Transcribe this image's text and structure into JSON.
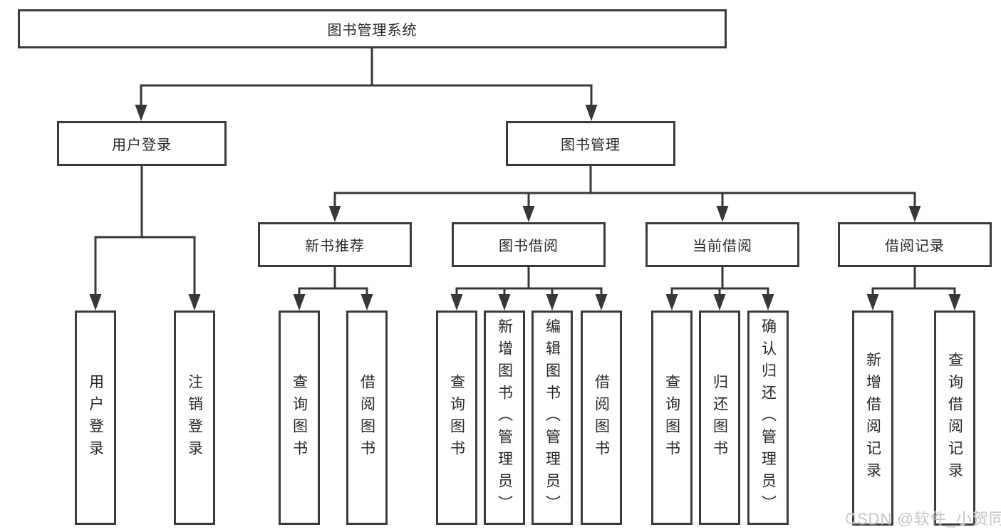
{
  "diagram": {
    "root": {
      "label": "图书管理系统"
    },
    "branches": [
      {
        "label": "用户登录",
        "children": [
          {
            "label": "用户登录"
          },
          {
            "label": "注销登录"
          }
        ]
      },
      {
        "label": "图书管理",
        "children": [
          {
            "label": "新书推荐",
            "children": [
              {
                "label": "查询图书"
              },
              {
                "label": "借阅图书"
              }
            ]
          },
          {
            "label": "图书借阅",
            "children": [
              {
                "label": "查询图书"
              },
              {
                "label": "新增图书（管理员）"
              },
              {
                "label": "编辑图书（管理员）"
              },
              {
                "label": "借阅图书"
              }
            ]
          },
          {
            "label": "当前借阅",
            "children": [
              {
                "label": "查询图书"
              },
              {
                "label": "归还图书"
              },
              {
                "label": "确认归还（管理员）"
              }
            ]
          },
          {
            "label": "借阅记录",
            "children": [
              {
                "label": "新增借阅记录"
              },
              {
                "label": "查询借阅记录"
              }
            ]
          }
        ]
      }
    ]
  },
  "watermark": {
    "text": "CSDN @软件_小贺同学"
  },
  "colors": {
    "line": "#373737",
    "box_border": "#3a3a3a",
    "box_background": "#ffffff",
    "text": "#262626",
    "watermark": "#c6c6c6"
  }
}
